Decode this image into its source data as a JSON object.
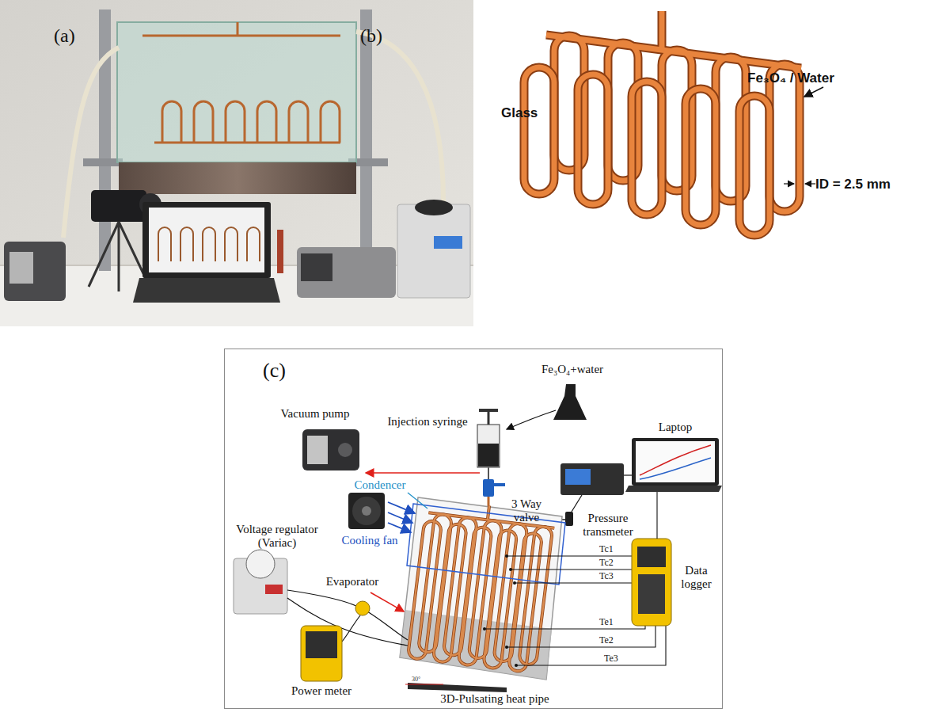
{
  "diagram": {
    "nodes": [
      {
        "text": [
          "(c)"
        ]
      }
    ],
    "labels": [
      "(a)",
      "(b)",
      "Glass",
      "Fe₃O₄ / Water",
      "ID = 2.5 mm",
      "Fe₃O₄+water",
      "Vacuum pump",
      "Injection syringe",
      "Laptop",
      "3 Way valve",
      "Condencer",
      "Cooling fan",
      "Pressure transmeter",
      "Tc1",
      "Tc2",
      "Tc3",
      "Data logger",
      "Voltage regulator (Variac)",
      "Evaporator",
      "Te1",
      "Te2",
      "Te3",
      "Power meter",
      "3D-Pulsating heat pipe",
      "30°"
    ]
  }
}
